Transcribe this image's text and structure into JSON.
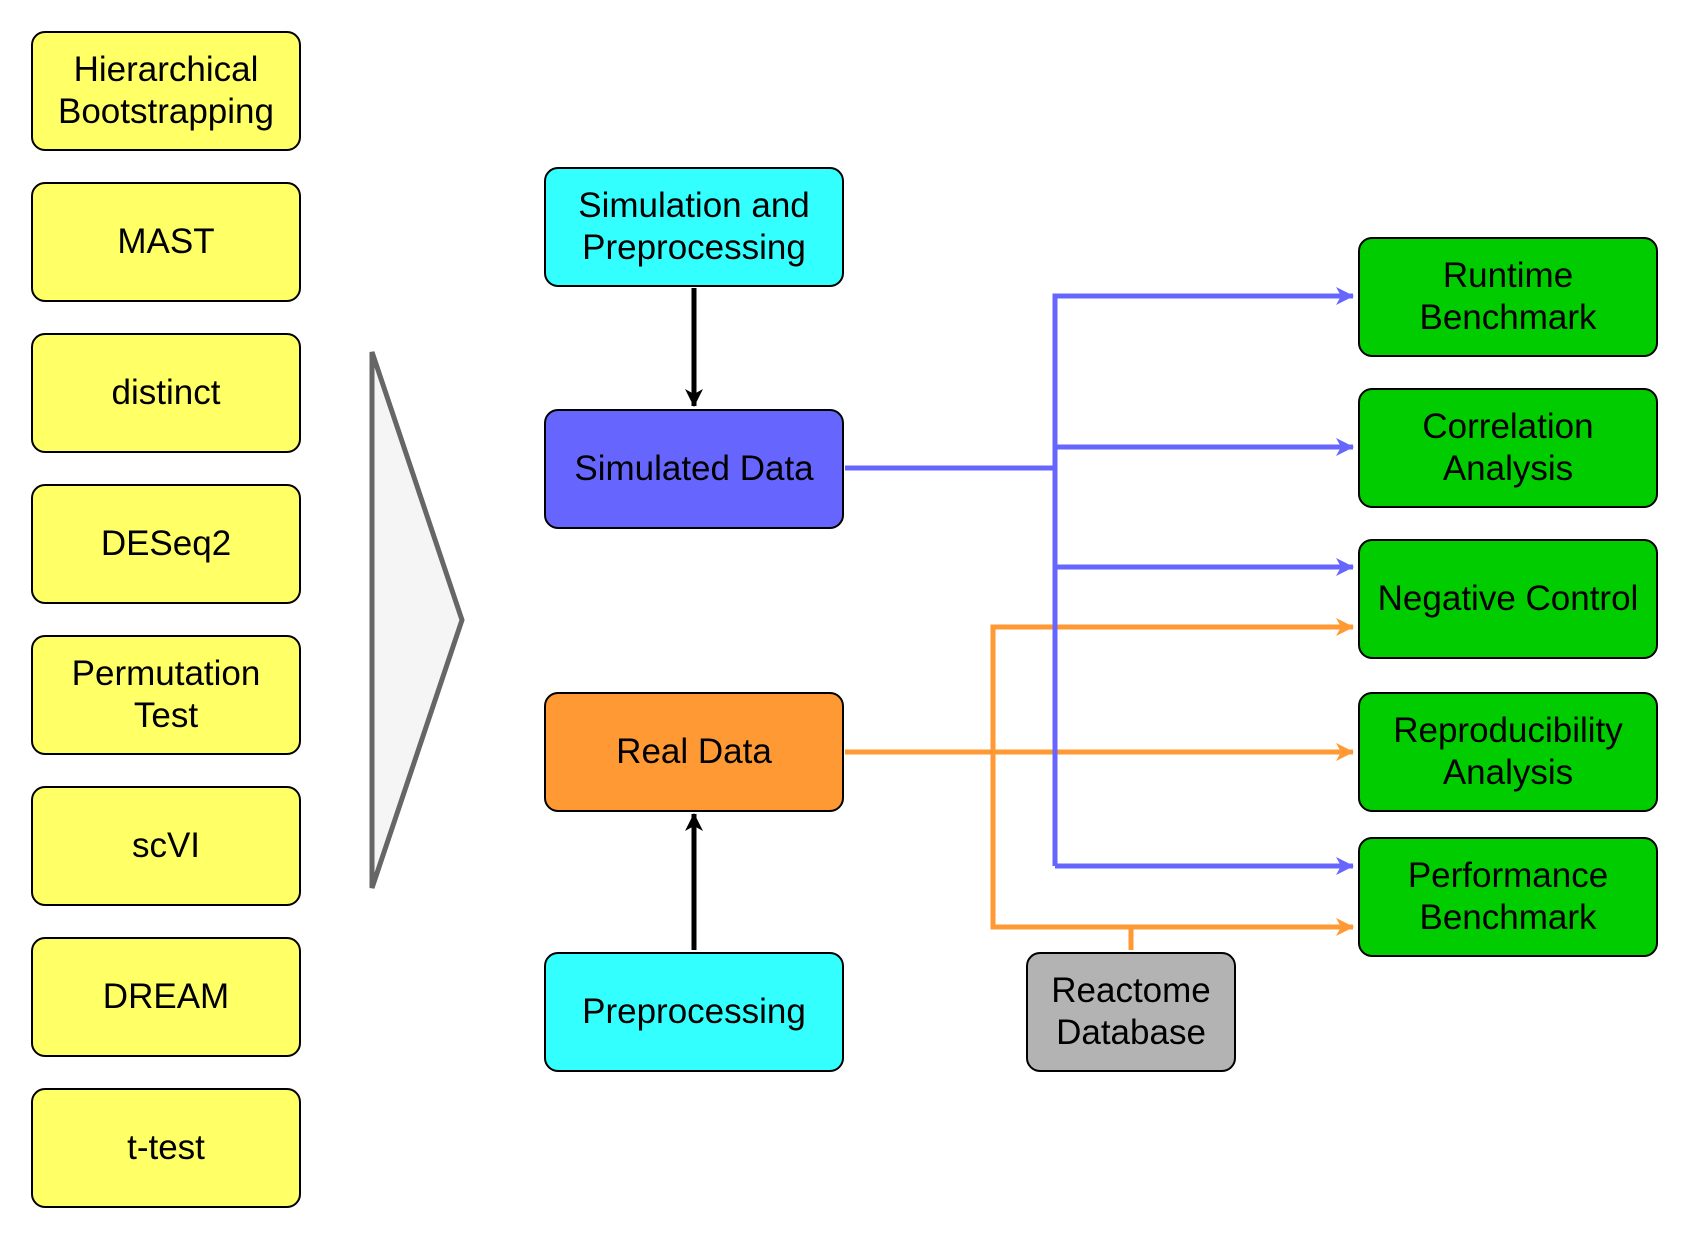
{
  "colors": {
    "method_fill": "#FFFF66",
    "input_fill": "#33FFFF",
    "simulated_fill": "#6666FF",
    "real_fill": "#FF9933",
    "analysis_fill": "#00CC00",
    "database_fill": "#B3B3B3",
    "simulated_edge": "#6666FF",
    "real_edge": "#FF9933",
    "process_edge": "#000000",
    "triangle_fill": "#F5F5F5",
    "triangle_stroke": "#666666"
  },
  "methods": [
    "Hierarchical\nBootstrapping",
    "MAST",
    "distinct",
    "DESeq2",
    "Permutation\nTest",
    "scVI",
    "DREAM",
    "t-test"
  ],
  "data_sources": {
    "simulation": "Simulation and\nPreprocessing",
    "simulated": "Simulated Data",
    "real": "Real Data",
    "preprocessing": "Preprocessing"
  },
  "database": "Reactome\nDatabase",
  "analyses": [
    "Runtime\nBenchmark",
    "Correlation\nAnalysis",
    "Negative Control",
    "Reproducibility\nAnalysis",
    "Performance\nBenchmark"
  ],
  "arrow_icon": "right-pointing-triangle"
}
